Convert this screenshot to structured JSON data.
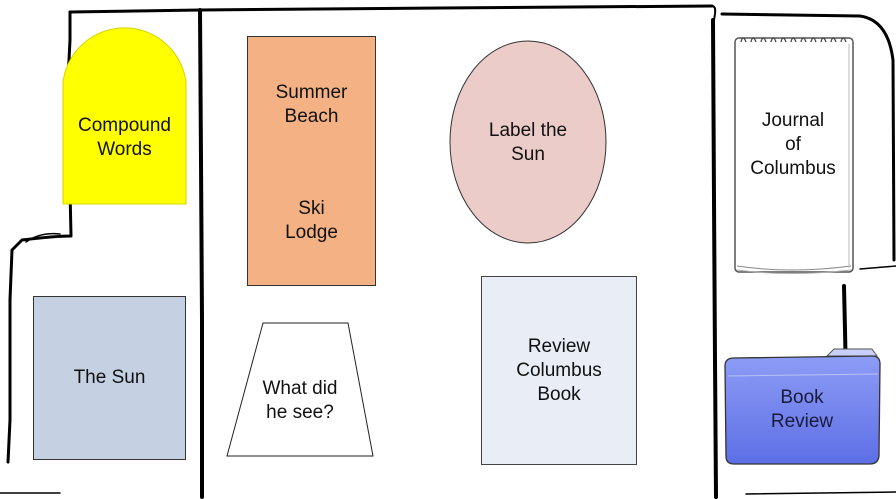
{
  "stations": {
    "compound_words": "Compound\nWords",
    "summer_beach": "Summer\nBeach",
    "ski_lodge": "Ski\nLodge",
    "label_the_sun": "Label the\nSun",
    "journal": "Journal\nof\nColumbus",
    "the_sun": "The Sun",
    "what_did_he_see": "What did\nhe see?",
    "review_book": "Review\nColumbus\nBook",
    "book_review": "Book\nReview"
  },
  "colors": {
    "compound_words": "#ffff00",
    "summer_beach": "#f4b183",
    "label_the_sun": "#ecccc8",
    "the_sun": "#c5d1e3",
    "review_book": "#e9edf6",
    "book_review": "#7b8cf0",
    "wall": "#000000"
  },
  "icons": {
    "journal": "spiral-notepad-icon",
    "book_review": "folder-icon"
  }
}
